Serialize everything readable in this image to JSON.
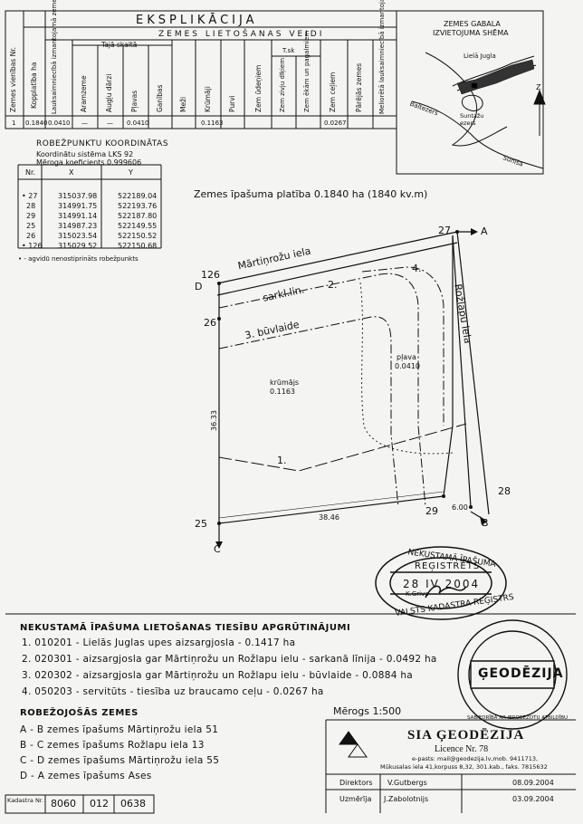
{
  "explication": {
    "title": "EKSPLIKĀCIJA",
    "subtitle": "ZEMES LIETOŠANAS VEIDI",
    "group_label": "Tajā skaitā",
    "tsk_label": "T.sk",
    "columns": [
      "Zemes vienības Nr.",
      "Kopplatība ha",
      "Lauksaimniecībā izmantojamā zeme",
      "Aramzeme",
      "Augļu dārzi",
      "Pļavas",
      "Ganības",
      "Meži",
      "Krūmāji",
      "Purvi",
      "Zem ūdeņiem",
      "Zem zivju dīķiem",
      "Zem ēkām un pagalmiem",
      "Zem ceļiem",
      "Pārējās zemes",
      "Meliorētā lauksaimniecībā izmantojamā zeme"
    ],
    "values": [
      "1",
      "0.1840",
      "0.0410",
      "—",
      "—",
      "0.0410",
      "",
      "",
      "0.1163",
      "",
      "",
      "",
      "",
      "0.0267",
      "",
      ""
    ]
  },
  "scheme": {
    "title_line1": "ZEMES GABALA",
    "title_line2": "IZVIETOJUMA SHĒMA",
    "labels": [
      "Lielā Jugla",
      "Suntažu ezers",
      "Baltezers",
      "Sunīša"
    ],
    "north": "Z"
  },
  "coordinates": {
    "title": "ROBEŽPUNKTU KOORDINĀTAS",
    "system": "Koordinātu sistēma LKS 92",
    "scale_coef": "Mēroga koeficients 0.999606",
    "headers": [
      "Nr.",
      "X",
      "Y"
    ],
    "rows": [
      [
        "27",
        "315037.98",
        "522189.04"
      ],
      [
        "28",
        "314991.75",
        "522193.76"
      ],
      [
        "29",
        "314991.14",
        "522187.80"
      ],
      [
        "25",
        "314987.23",
        "522149.55"
      ],
      [
        "26",
        "315023.54",
        "522150.52"
      ],
      [
        "126",
        "315029.52",
        "522150.68"
      ]
    ],
    "legend": "• - agvidū nenostiprināts robežpunkts"
  },
  "plan": {
    "area_title": "Zemes īpašuma platība 0.1840 ha (1840 kv.m)",
    "streets": [
      "Mārtiņrožu iela",
      "Rožlapu iela"
    ],
    "labels": {
      "sarkl": "sarkl.lin.",
      "buvl": "3. būvlaide",
      "two": "2.",
      "four": "4.",
      "one": "1.",
      "plava": "pļava",
      "plava_area": "0.0410",
      "krumajs": "krūmājs",
      "krumajs_area": "0.1163"
    },
    "points": [
      "126",
      "26",
      "27",
      "28",
      "29",
      "25"
    ],
    "letters": [
      "A",
      "B",
      "C",
      "D"
    ],
    "dims": [
      "36.33",
      "38.46",
      "6.00"
    ]
  },
  "stamp": {
    "top": "NEKUSTAMĀ ĪPAŠUMA",
    "mid": "REĢISTRĒTS",
    "date": "28 IV 2004",
    "name": "K.Griva",
    "bottom": "VALSTS KADASTRA REĢISTRS"
  },
  "encumbrances": {
    "title": "NEKUSTAMĀ ĪPAŠUMA LIETOŠANAS TIESĪBU APGRŪTINĀJUMI",
    "items": [
      "1. 010201 - Lielās Juglas upes aizsargjosla - 0.1417 ha",
      "2. 020301 - aizsargjosla gar Mārtiņrožu un Rožlapu ielu - sarkanā līnija - 0.0492 ha",
      "3. 020302 - aizsargjosla gar Mārtiņrožu un Rožlapu ielu - būvlaide - 0.0884 ha",
      "4. 050203 - servitūts - tiesība uz braucamo ceļu - 0.0267 ha"
    ]
  },
  "neighbors": {
    "title": "ROBEŽOJOŠĀS ZEMES",
    "items": [
      "A - B zemes īpašums Mārtiņrožu iela 51",
      "B - C zemes īpašums Rožlapu iela 13",
      "C - D zemes īpašums Mārtiņrožu iela 55",
      "D - A zemes īpašums Ases"
    ]
  },
  "scale": "Mērogs 1:500",
  "cadastre": {
    "label": "Kadastra Nr.",
    "parts": [
      "8060",
      "012",
      "0638"
    ]
  },
  "company": {
    "name": "SIA ĢEODĒZIJA",
    "licence": "Licence Nr. 78",
    "contact1": "e-pasts: mail@geodezija.lv,mob. 9411713,",
    "contact2": "Mūkusalas iela 41,korpuss 8,32, 301.kab., faks. 7815632",
    "rows": [
      [
        "Direktors",
        "V.Gutbergs",
        "08.09.2004"
      ],
      [
        "Uzmērīja",
        "J.Zabolotnijs",
        "03.09.2004"
      ]
    ]
  },
  "seal": {
    "logo": "ĢEODĒZIJA",
    "ring": "SABIEDRĪBA AR IEROBEŽOTU ATBILDĪBU"
  }
}
